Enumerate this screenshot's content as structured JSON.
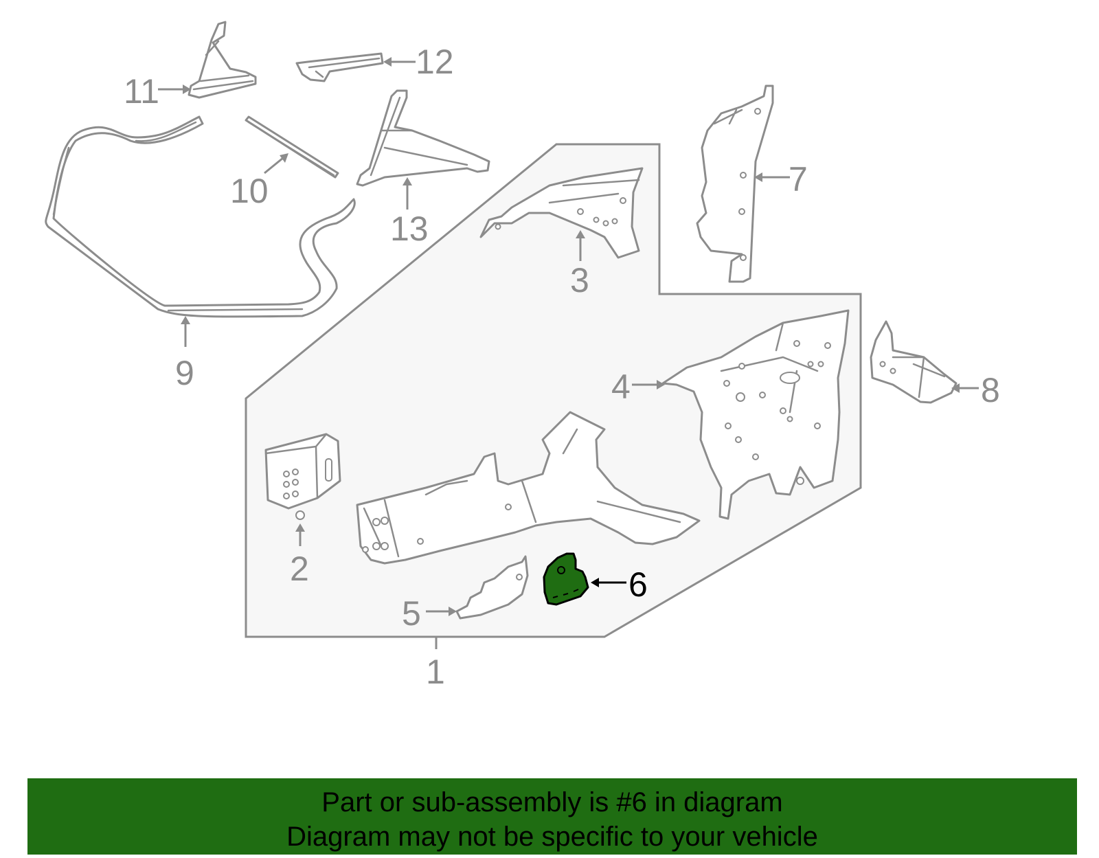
{
  "diagram": {
    "colors": {
      "line": "#8c8c8c",
      "assembly_fill": "#f7f7f7",
      "highlight": "#1f6d12",
      "callout_active": "#000000"
    },
    "selected_part": "6",
    "callouts": {
      "c1": "1",
      "c2": "2",
      "c3": "3",
      "c4": "4",
      "c5": "5",
      "c6": "6",
      "c7": "7",
      "c8": "8",
      "c9": "9",
      "c10": "10",
      "c11": "11",
      "c12": "12",
      "c13": "13"
    }
  },
  "banner": {
    "line1": "Part or sub-assembly is #6 in diagram",
    "line2": "Diagram may not be specific to your vehicle",
    "background": "#1f6d12"
  }
}
